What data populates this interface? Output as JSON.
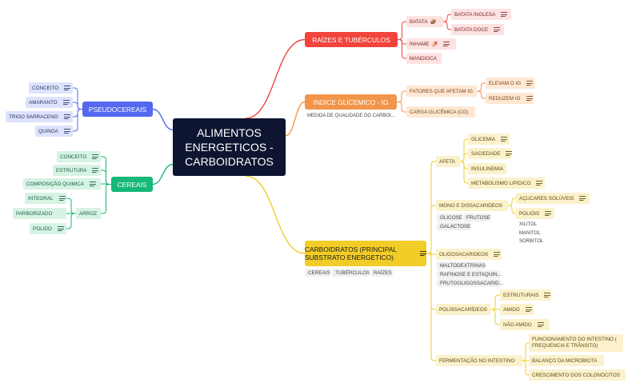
{
  "root": "ALIMENTOS ENERGETICOS - CARBOIDRATOS",
  "branches": {
    "raizes": {
      "label": "RAÍZES E TUBÉRCULOS",
      "batata": "BATATA",
      "batata_emoji": "🥔",
      "batata_inglesa": "BATATA INGLESA",
      "batata_doce": "BATATA DOCE",
      "inhame": "INHAME",
      "inhame_emoji": "🍠",
      "mandioca": "MANDIOCA"
    },
    "ig": {
      "label": "INDICE GLICEMICO - IG",
      "subtitle": "MEDIDA DE QUALIDADE DO CARBOI...",
      "fatores": "FATORES QUE AFETAM IG",
      "elevam": "ELEVAM O IG",
      "reduzem": "REDUZEM IG",
      "carga": "CARGA GLICÊMICA (CG)"
    },
    "carbo": {
      "label": "CARBOIDRATOS (PRINCIPAL SUBSTRATO ENERGETICO)",
      "tags": [
        "CEREAIS",
        "TUBÉRCULOS",
        "RAÍZES"
      ],
      "afeta": "AFETA",
      "afeta_items": [
        "GLICEMIA",
        "SACIEDADE",
        "INSULINEMIA",
        "METABOLISMO LIPIDICO"
      ],
      "mono": "MONO E DISSACARIDEOS",
      "mono_tags": [
        "GLICOSE",
        "FRUTOSE",
        "GALACTOSE"
      ],
      "acucares": "AÇUCARES SOLÚVEIS",
      "poliois": "POLIÓIS",
      "poliois_items": [
        "XILITOL",
        "MANITOL",
        "SORBITOL"
      ],
      "oligo": "OLIGOSACARIDEOS",
      "oligo_items": [
        "MALTODEXTRINAS",
        "RAFINOSE E ESTAQUIN...",
        "FRUTOOLIGOSSACARID..."
      ],
      "poli": "POLISSACARÍDEOS",
      "poli_items": [
        "ESTRUTURAIS",
        "AMIDO",
        "NÃO AMIDO"
      ],
      "ferment": "FERMENTAÇÃO NO INTESTINO",
      "ferment_items": [
        "FUNCIONAMENTO DO INTESTINO ( FREQUENCIA E TRÂNSITO)",
        "BALANÇO DA MICROBIOTA",
        "CRESCIMENTO DOS COLONÓCITOS"
      ]
    },
    "pseudo": {
      "label": "PSEUDOCEREAIS",
      "items": [
        "CONCEITO",
        "AMARANTO",
        "TRIGO SARRACENO",
        "QUINOA"
      ]
    },
    "cereais": {
      "label": "CEREAIS",
      "items": [
        "CONCEITO",
        "ESTRUTURA",
        "COMPOSIÇÃO QUIMICA"
      ],
      "arroz": "ARROZ",
      "arroz_items": [
        "INTEGRAL",
        "PARBORIZADO",
        "POLIDO"
      ]
    }
  },
  "colors": {
    "root": "#0d1531",
    "raizes": "#f0443c",
    "ig": "#f2954a",
    "carbo": "#f2cd28",
    "pseudo": "#5468f0",
    "cereais": "#16b777"
  }
}
